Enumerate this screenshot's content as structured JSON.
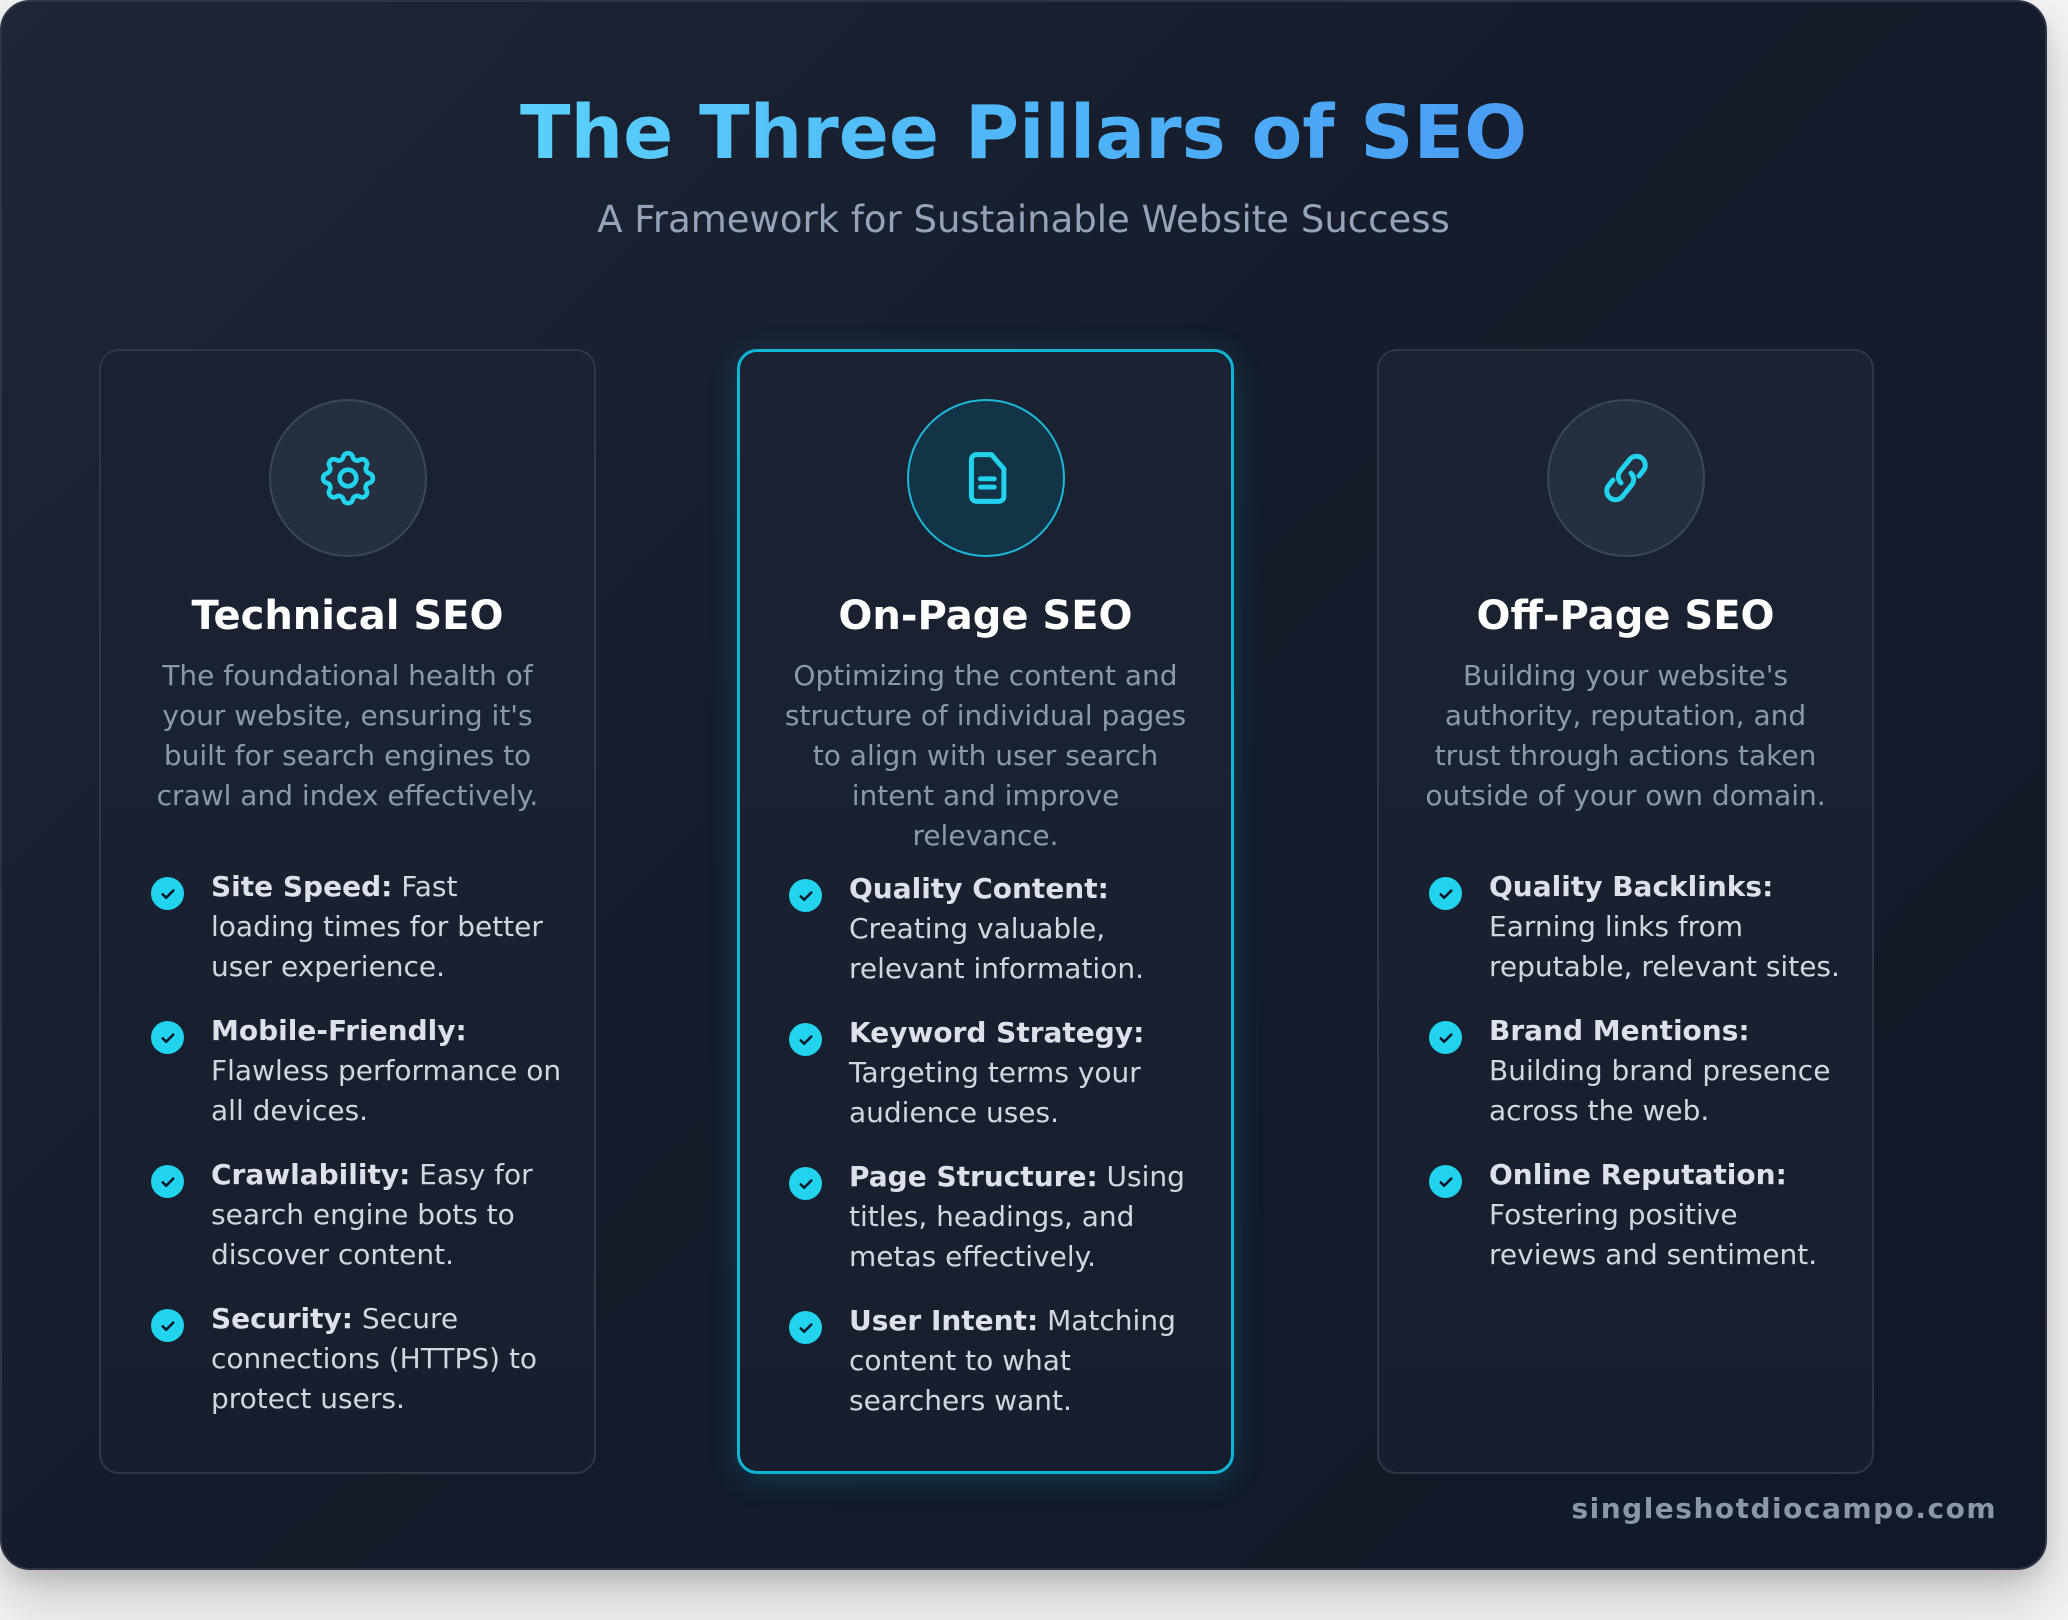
{
  "header": {
    "title": "The Three Pillars of SEO",
    "subtitle": "A Framework for Sustainable Website Success"
  },
  "colors": {
    "accent": "#22d3ee",
    "title_gradient_start": "#5ad0fb",
    "title_gradient_end": "#4a9cf3",
    "background": "#151c2b",
    "featured_border": "#0fb5d4"
  },
  "pillars": [
    {
      "icon": "gear-icon",
      "title": "Technical SEO",
      "description": "The foundational health of your website, ensuring it's built for search engines to crawl and index effectively.",
      "featured": false,
      "items": [
        {
          "label": "Site Speed:",
          "text": " Fast loading times for better user experience."
        },
        {
          "label": "Mobile-Friendly:",
          "text": " Flawless performance on all devices."
        },
        {
          "label": "Crawlability:",
          "text": " Easy for search engine bots to discover content."
        },
        {
          "label": "Security:",
          "text": " Secure connections (HTTPS) to protect users."
        }
      ]
    },
    {
      "icon": "document-icon",
      "title": "On-Page SEO",
      "description": "Optimizing the content and structure of individual pages to align with user search intent and improve relevance.",
      "featured": true,
      "items": [
        {
          "label": "Quality Content:",
          "text": " Creating valuable, relevant information."
        },
        {
          "label": "Keyword Strategy:",
          "text": " Targeting terms your audience uses."
        },
        {
          "label": "Page Structure:",
          "text": " Using titles, headings, and metas effectively."
        },
        {
          "label": "User Intent:",
          "text": " Matching content to what searchers want."
        }
      ]
    },
    {
      "icon": "link-icon",
      "title": "Off-Page SEO",
      "description": "Building your website's authority, reputation, and trust through actions taken outside of your own domain.",
      "featured": false,
      "items": [
        {
          "label": "Quality Backlinks:",
          "text": " Earning links from reputable, relevant sites."
        },
        {
          "label": "Brand Mentions:",
          "text": " Building brand presence across the web."
        },
        {
          "label": "Online Reputation:",
          "text": " Fostering positive reviews and sentiment."
        }
      ]
    }
  ],
  "footer": {
    "watermark": "singleshotdiocampo.com"
  }
}
